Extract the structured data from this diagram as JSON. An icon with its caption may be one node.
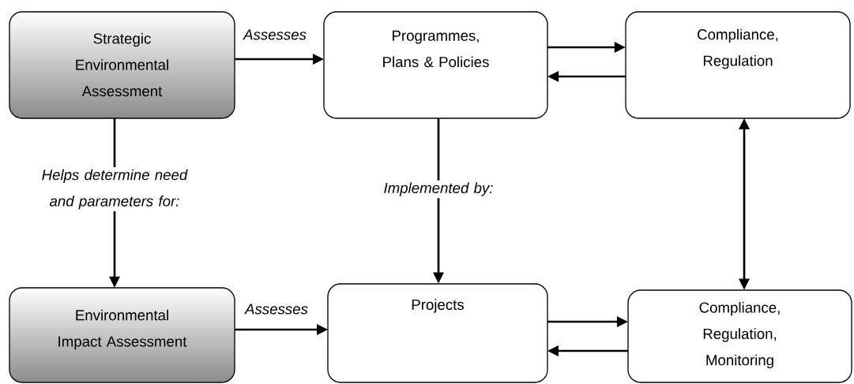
{
  "diagram": {
    "nodes": [
      {
        "text": [
          "Strategic Environmental Assessment"
        ]
      },
      {
        "text": [
          "Programmes, Plans & Policies"
        ]
      },
      {
        "text": [
          "Compliance, Regulation"
        ]
      },
      {
        "text": [
          "Environmental Impact Assessment"
        ]
      },
      {
        "text": [
          "Projects"
        ]
      },
      {
        "text": [
          "Compliance, Regulation, Monitoring"
        ]
      }
    ],
    "edges": [
      {
        "from": 0,
        "to": 1,
        "arrow": "to",
        "label": "Assesses"
      },
      {
        "from": 1,
        "to": 2,
        "arrow": "to"
      },
      {
        "from": 2,
        "to": 1,
        "arrow": "to"
      },
      {
        "from": 0,
        "to": 3,
        "arrow": "to",
        "label": "Helps determine need and parameters for:"
      },
      {
        "from": 1,
        "to": 4,
        "arrow": "to",
        "label": "Implemented by:"
      },
      {
        "from": 3,
        "to": 4,
        "arrow": "to",
        "label": "Assesses"
      },
      {
        "from": 4,
        "to": 5,
        "arrow": "to"
      },
      {
        "from": 5,
        "to": 4,
        "arrow": "to"
      },
      {
        "from": 2,
        "to": 5,
        "arrow": "both"
      }
    ]
  }
}
